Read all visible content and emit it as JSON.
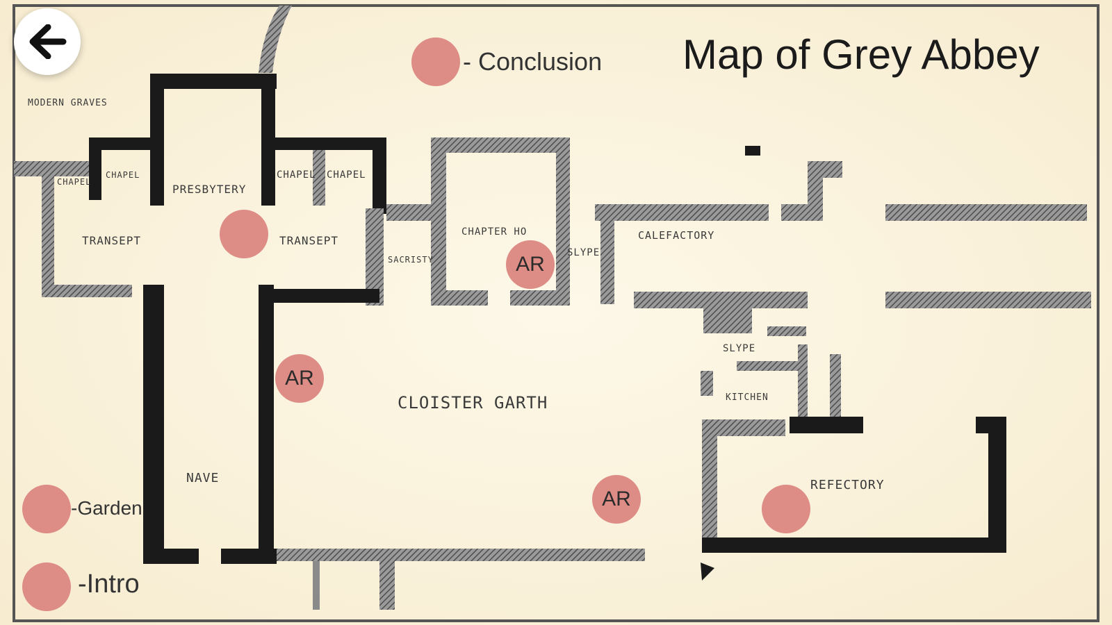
{
  "title": "Map of Grey Abbey",
  "back_icon": "arrow-left-icon",
  "legend": {
    "conclusion": "- Conclusion",
    "garden": "-Garden",
    "intro": "-Intro"
  },
  "hotspots": {
    "ar_label": "AR"
  },
  "rooms": {
    "modern_graves": "MODERN GRAVES",
    "chapel_1": "CHAPEL",
    "chapel_2": "CHAPEL",
    "presbytery": "PRESBYTERY",
    "chapel_3": "CHAPEL",
    "chapel_4": "CHAPEL",
    "transept_left": "TRANSEPT",
    "transept_right": "TRANSEPT",
    "sacristy": "SACRISTY",
    "chapter_house": "CHAPTER HO",
    "slype_1": "SLYPE",
    "calefactory": "CALEFACTORY",
    "slype_2": "SLYPE",
    "kitchen": "KITCHEN",
    "cloister_garth": "CLOISTER GARTH",
    "nave": "NAVE",
    "refectory": "REFECTORY"
  },
  "colors": {
    "background": "#fbf6e4",
    "hotspot": "#dd8c86",
    "wall": "#1a1a1a",
    "hatch": "#6f6f6f"
  }
}
